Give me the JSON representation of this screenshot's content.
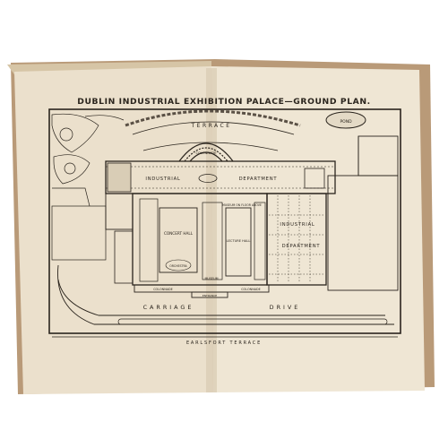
{
  "plan": {
    "title": "DUBLIN INDUSTRIAL EXHIBITION PALACE—GROUND PLAN.",
    "labels": {
      "terrace_top": "TERRACE",
      "pond": "POND",
      "colonnade_top": "COLONNADE",
      "industrial_left": "INDUSTRIAL",
      "department_mid": "DEPARTMENT",
      "industrial_right": "INDUSTRIAL",
      "department_right": "DEPARTMENT",
      "concert_hall": "CONCERT HALL",
      "orchestra": "ORCHESTRA",
      "lecture_hall": "LECTURE HALL",
      "museum_floor_above": "MUSEUM ON FLOOR ABOVE",
      "museum": "MUSEUM",
      "colonnade_left": "COLONNADE",
      "colonnade_right": "COLONNADE",
      "entrance": "ENTRANCE",
      "carriage": "CARRIAGE",
      "drive": "DRIVE",
      "earlsfort_terrace": "EARLSFORT TERRACE"
    }
  },
  "colors": {
    "paper": "#ece2cf",
    "paper_shadow": "#d8cbb2",
    "ink": "#2a241d",
    "cover": "#b99a78"
  }
}
